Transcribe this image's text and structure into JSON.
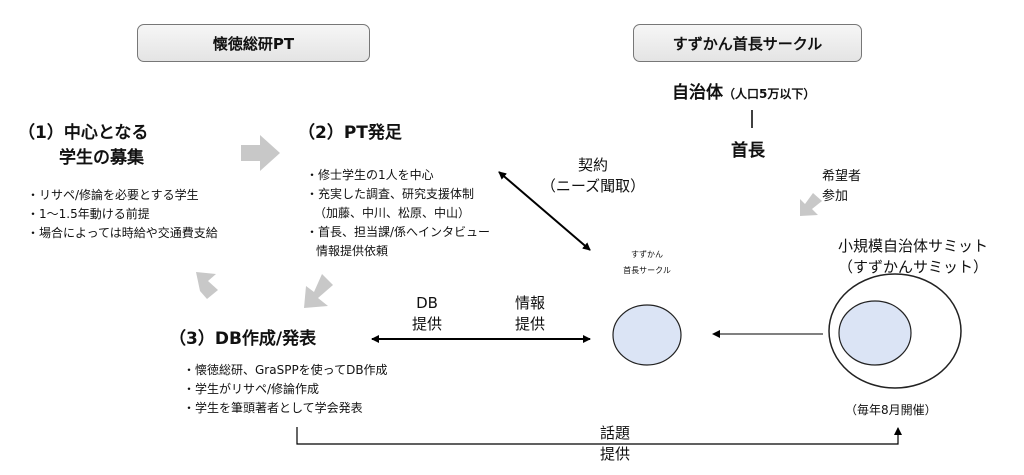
{
  "left_header": "懐徳総研PT",
  "right_header": "すずかん首長サークル",
  "step1": {
    "title_line1": "（1）中心となる",
    "title_line2": "学生の募集",
    "items": [
      "・リサペ/修論を必要とする学生",
      "・1〜1.5年動ける前提",
      "・場合によっては時給や交通費支給"
    ]
  },
  "step2": {
    "title": "（2）PT発足",
    "items": [
      "・修士学生の1人を中心",
      "・充実した調査、研究支援体制",
      "（加藤、中川、松原、中山）",
      "・首長、担当課/係へインタビュー",
      "情報提供依頼"
    ]
  },
  "step3": {
    "title": "（3）DB作成/発表",
    "items": [
      "・懐徳総研、GraSPPを使ってDB作成",
      "・学生がリサペ/修論作成",
      "・学生を筆頭著者として学会発表"
    ]
  },
  "contract": {
    "line1": "契約",
    "line2": "（ニーズ聞取）"
  },
  "db_provide": {
    "line1": "DB",
    "line2": "提供"
  },
  "info_provide": {
    "line1": "情報",
    "line2": "提供"
  },
  "jichitai": {
    "main": "自治体",
    "sub": "（人口5万以下）"
  },
  "shucho": "首長",
  "kibosha": {
    "line1": "希望者",
    "line2": "参加"
  },
  "circle_label": {
    "line1": "すずかん",
    "line2": "首長サークル"
  },
  "summit": {
    "line1": "小規模自治体サミット",
    "line2": "（すずかんサミット）"
  },
  "annual": "（毎年8月開催）",
  "topic": {
    "line1": "話題",
    "line2": "提供"
  },
  "colors": {
    "ellipse_fill": "#dbe4f5",
    "arrow_gray": "#c8c8c8",
    "header_bg": "#ececec"
  }
}
